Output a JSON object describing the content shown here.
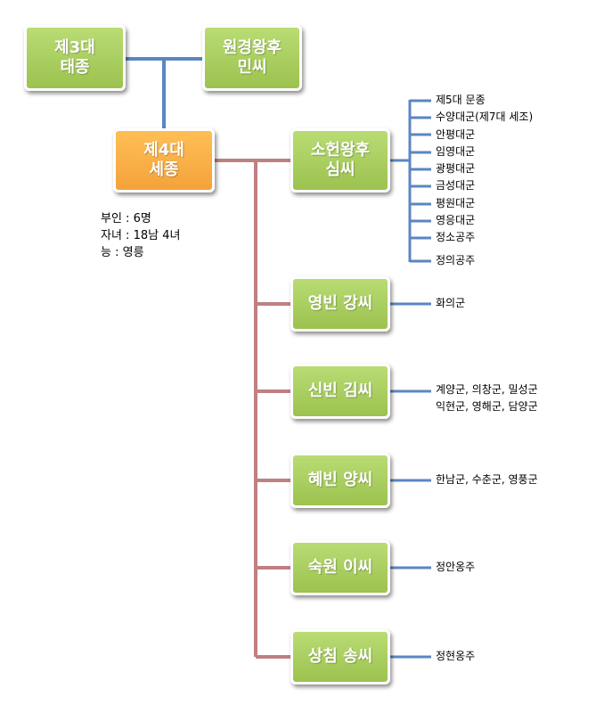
{
  "colors": {
    "node_green": "#a6cd5d",
    "node_orange": "#f7ad46",
    "line_blue": "#5b86c2",
    "line_rose": "#c08080"
  },
  "nodes": {
    "king3": {
      "line1": "제3대",
      "line2": "태종"
    },
    "queen_wongyeong": {
      "line1": "원경왕후",
      "line2": "민씨"
    },
    "king4": {
      "line1": "제4대",
      "line2": "세종"
    },
    "queen_soheon": {
      "line1": "소헌왕후",
      "line2": "심씨"
    },
    "yeongbin": {
      "label": "영빈 강씨"
    },
    "sinbin": {
      "label": "신빈 김씨"
    },
    "hyebin": {
      "label": "혜빈 양씨"
    },
    "sugwon": {
      "label": "숙원 이씨"
    },
    "sangchim": {
      "label": "상침 송씨"
    }
  },
  "info": [
    "부인 : 6명",
    "자녀 : 18남 4녀",
    "능 : 영릉"
  ],
  "children": {
    "soheon": [
      "제5대 문종",
      "수양대군(제7대 세조)",
      "안평대군",
      "임영대군",
      "광평대군",
      "금성대군",
      "평원대군",
      "영응대군",
      "정소공주",
      "정의공주"
    ],
    "yeongbin": "화의군",
    "sinbin": [
      "계양군, 의창군, 밀성군",
      "익현군, 영해군, 담양군"
    ],
    "hyebin": "한남군, 수춘군, 영풍군",
    "sugwon": "정안옹주",
    "sangchim": "정현옹주"
  }
}
